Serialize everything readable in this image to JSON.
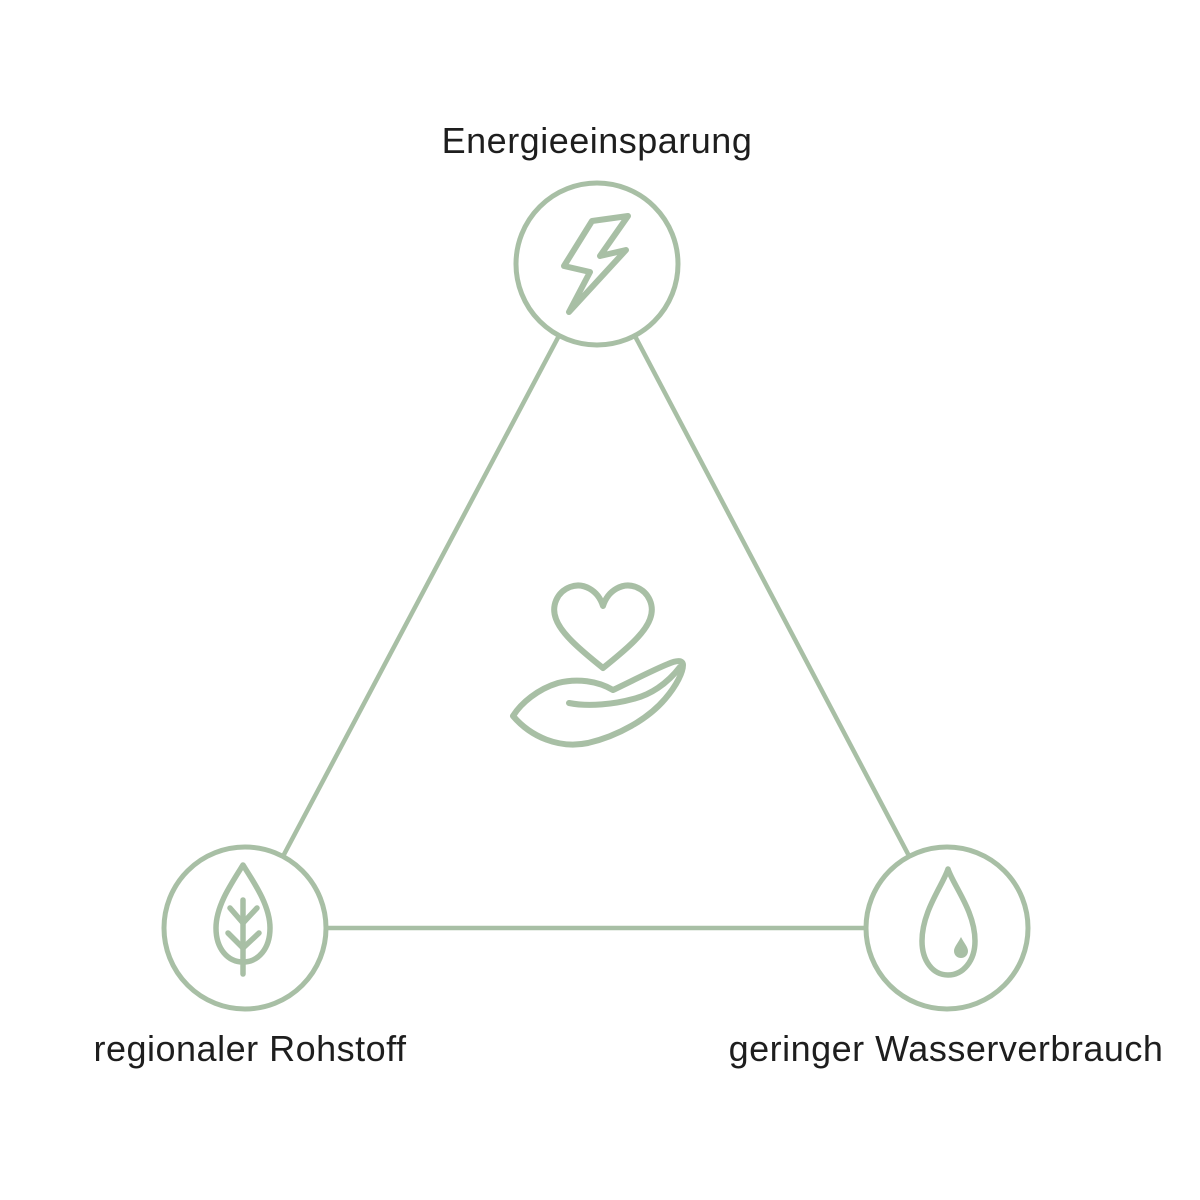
{
  "colors": {
    "accent": "#a8bfa5",
    "text": "#1e1e1e",
    "background": "#ffffff"
  },
  "diagram": {
    "type": "triangle-relationship",
    "center_icon": "hand-holding-heart",
    "nodes": [
      {
        "id": "energy",
        "position": "top",
        "icon": "lightning-bolt",
        "label": "Energieeinsparung"
      },
      {
        "id": "raw-material",
        "position": "bottom-left",
        "icon": "leaf",
        "label": "regionaler Rohstoff"
      },
      {
        "id": "water",
        "position": "bottom-right",
        "icon": "water-drop",
        "label": "geringer Wasserverbrauch"
      }
    ]
  }
}
